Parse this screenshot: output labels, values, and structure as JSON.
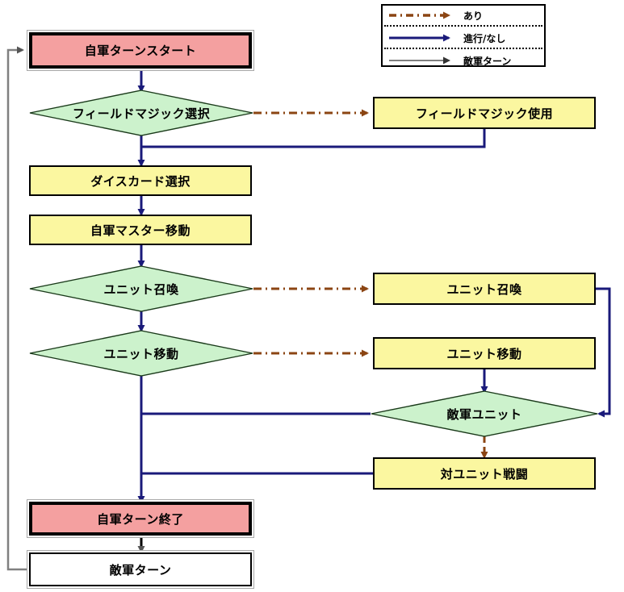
{
  "diagram": {
    "title": "",
    "colors": {
      "terminal_fill": "#f4a0a0",
      "process_fill": "#fbf7a0",
      "decision_fill": "#ccf2cc",
      "plain_fill": "#ffffff",
      "flow_line": "#1a1a7a",
      "yes_line": "#8b4513",
      "enemy_line": "#808080",
      "border": "#000000"
    }
  },
  "legend": {
    "rows": [
      {
        "label": "あり",
        "style": "dash-dot-arrow",
        "color": "#8b4513"
      },
      {
        "label": "進行/なし",
        "style": "solid-arrow",
        "color": "#1a1a7a"
      },
      {
        "label": "敵軍ターン",
        "style": "solid-arrow",
        "color": "#808080"
      }
    ]
  },
  "nodes": {
    "start_turn": {
      "label": "自軍ターンスタート",
      "type": "terminal"
    },
    "field_magic_choice": {
      "label": "フィールドマジック選択",
      "type": "decision"
    },
    "field_magic_use": {
      "label": "フィールドマジック使用",
      "type": "process"
    },
    "dice_card_select": {
      "label": "ダイスカード選択",
      "type": "process"
    },
    "master_move": {
      "label": "自軍マスター移動",
      "type": "process"
    },
    "unit_summon_choice": {
      "label": "ユニット召喚",
      "type": "decision"
    },
    "unit_summon_act": {
      "label": "ユニット召喚",
      "type": "process"
    },
    "unit_move_choice": {
      "label": "ユニット移動",
      "type": "decision"
    },
    "unit_move_act": {
      "label": "ユニット移動",
      "type": "process"
    },
    "enemy_unit_check": {
      "label": "敵軍ユニット",
      "type": "decision"
    },
    "unit_battle": {
      "label": "対ユニット戦闘",
      "type": "process"
    },
    "end_turn": {
      "label": "自軍ターン終了",
      "type": "terminal"
    },
    "enemy_turn": {
      "label": "敵軍ターン",
      "type": "plain"
    }
  }
}
